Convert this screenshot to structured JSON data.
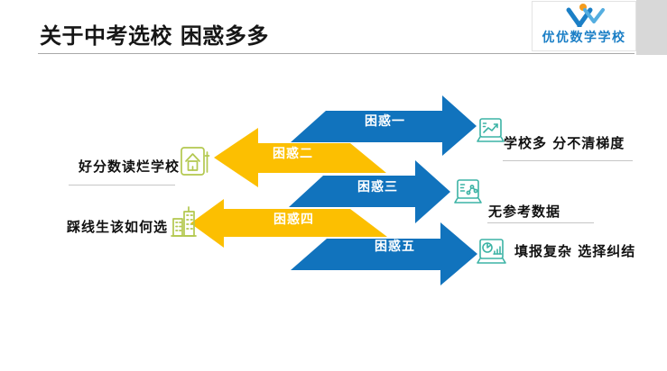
{
  "header": {
    "title": "关于中考选校 困惑多多"
  },
  "logo": {
    "school_name": "优优数学学校"
  },
  "diagram": {
    "arrows": [
      {
        "label": "困惑一",
        "direction": "right",
        "color": "#1173bd"
      },
      {
        "label": "困惑二",
        "direction": "left",
        "color": "#fcbf01"
      },
      {
        "label": "困惑三",
        "direction": "right",
        "color": "#1173bd"
      },
      {
        "label": "困惑四",
        "direction": "left",
        "color": "#fcbf01"
      },
      {
        "label": "困惑五",
        "direction": "right",
        "color": "#1173bd"
      }
    ],
    "left_notes": [
      {
        "text": "好分数读烂学校",
        "icon": "house-certificate-icon"
      },
      {
        "text": "踩线生该如何选",
        "icon": "city-buildings-icon"
      }
    ],
    "right_notes": [
      {
        "text": "学校多 分不清梯度",
        "icon": "laptop-trend-chart-icon"
      },
      {
        "text": "无参考数据",
        "icon": "laptop-data-points-icon"
      },
      {
        "text": "填报复杂 选择纠结",
        "icon": "laptop-pie-chart-icon"
      }
    ]
  },
  "colors": {
    "arrow_blue": "#1173bd",
    "arrow_gold": "#fcbf01",
    "icon_teal": "#3cb3a5",
    "icon_green": "#b3c84f",
    "logo_blue": "#1b7fc6",
    "logo_blue_light": "#55aee0",
    "logo_orange": "#f49b1d",
    "rule_gray": "#a9a9a9"
  }
}
